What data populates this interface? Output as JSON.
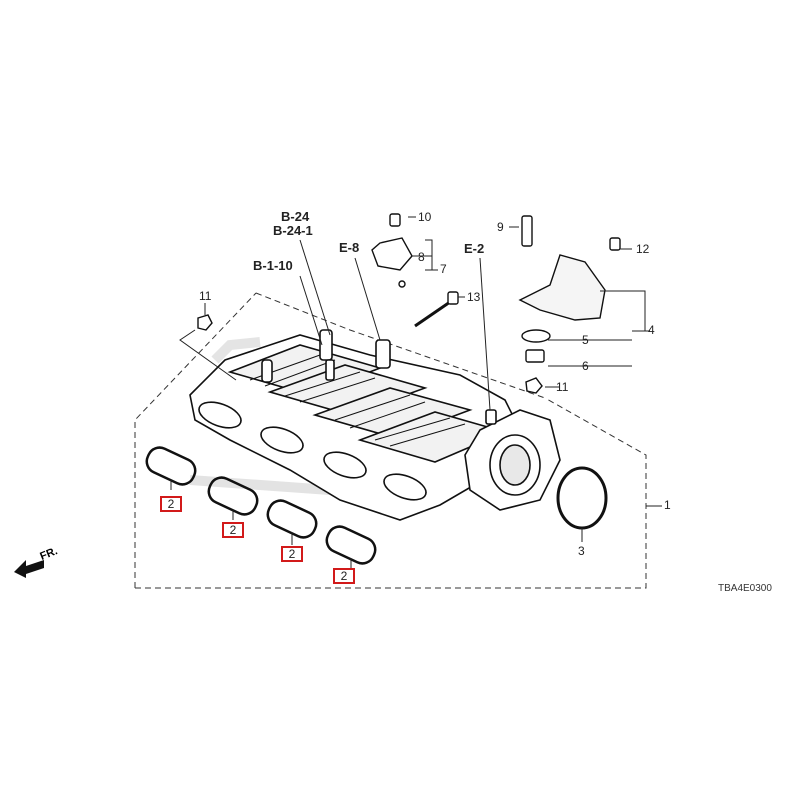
{
  "refs": {
    "b24": "B-24",
    "b241": "B-24-1",
    "b110": "B-1-10",
    "e8": "E-8",
    "e2": "E-2"
  },
  "parts": {
    "p1": "1",
    "p2": "2",
    "p3": "3",
    "p4": "4",
    "p5": "5",
    "p6": "6",
    "p7": "7",
    "p8": "8",
    "p9": "9",
    "p10": "10",
    "p11": "11",
    "p12": "12",
    "p13": "13"
  },
  "direction_label": "FR.",
  "diagram_code": "TBA4E0300",
  "highlight_color": "#d21a1a"
}
